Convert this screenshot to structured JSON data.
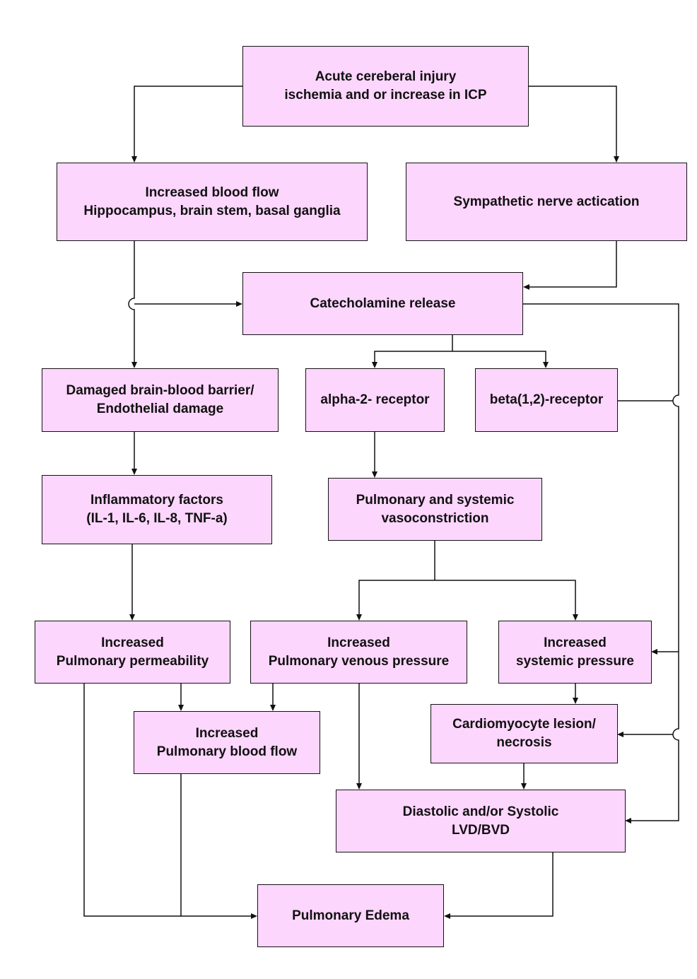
{
  "colors": {
    "box_fill": "#fdd6fd",
    "line": "#111111"
  },
  "nodes": {
    "acute_injury": {
      "lines": [
        "Acute cereberal injury",
        "ischemia and or increase in ICP"
      ]
    },
    "increased_blood_flow": {
      "lines": [
        "Increased blood flow",
        "Hippocampus, brain stem, basal ganglia"
      ]
    },
    "sympathetic": {
      "lines": [
        "Sympathetic nerve actication"
      ]
    },
    "catecholamine": {
      "lines": [
        "Catecholamine release"
      ]
    },
    "damaged_bbb": {
      "lines": [
        "Damaged brain-blood barrier/",
        "Endothelial damage"
      ]
    },
    "alpha2": {
      "lines": [
        "alpha-2- receptor"
      ]
    },
    "beta12": {
      "lines": [
        "beta(1,2)-receptor"
      ]
    },
    "inflammatory": {
      "lines": [
        "Inflammatory factors",
        "(IL-1, IL-6, IL-8, TNF-a)"
      ]
    },
    "vasoconstriction": {
      "lines": [
        "Pulmonary and systemic",
        "vasoconstriction"
      ]
    },
    "pulm_permeability": {
      "lines": [
        "Increased",
        "Pulmonary permeability"
      ]
    },
    "pulm_venous": {
      "lines": [
        "Increased",
        "Pulmonary venous pressure"
      ]
    },
    "systemic_pressure": {
      "lines": [
        "Increased",
        "systemic pressure"
      ]
    },
    "pulm_blood_flow": {
      "lines": [
        "Increased",
        "Pulmonary blood flow"
      ]
    },
    "cardiomyocyte": {
      "lines": [
        "Cardiomyocyte lesion/",
        "necrosis"
      ]
    },
    "lvd_bvd": {
      "lines": [
        "Diastolic and/or Systolic",
        "LVD/BVD"
      ]
    },
    "pulm_edema": {
      "lines": [
        "Pulmonary Edema"
      ]
    }
  }
}
